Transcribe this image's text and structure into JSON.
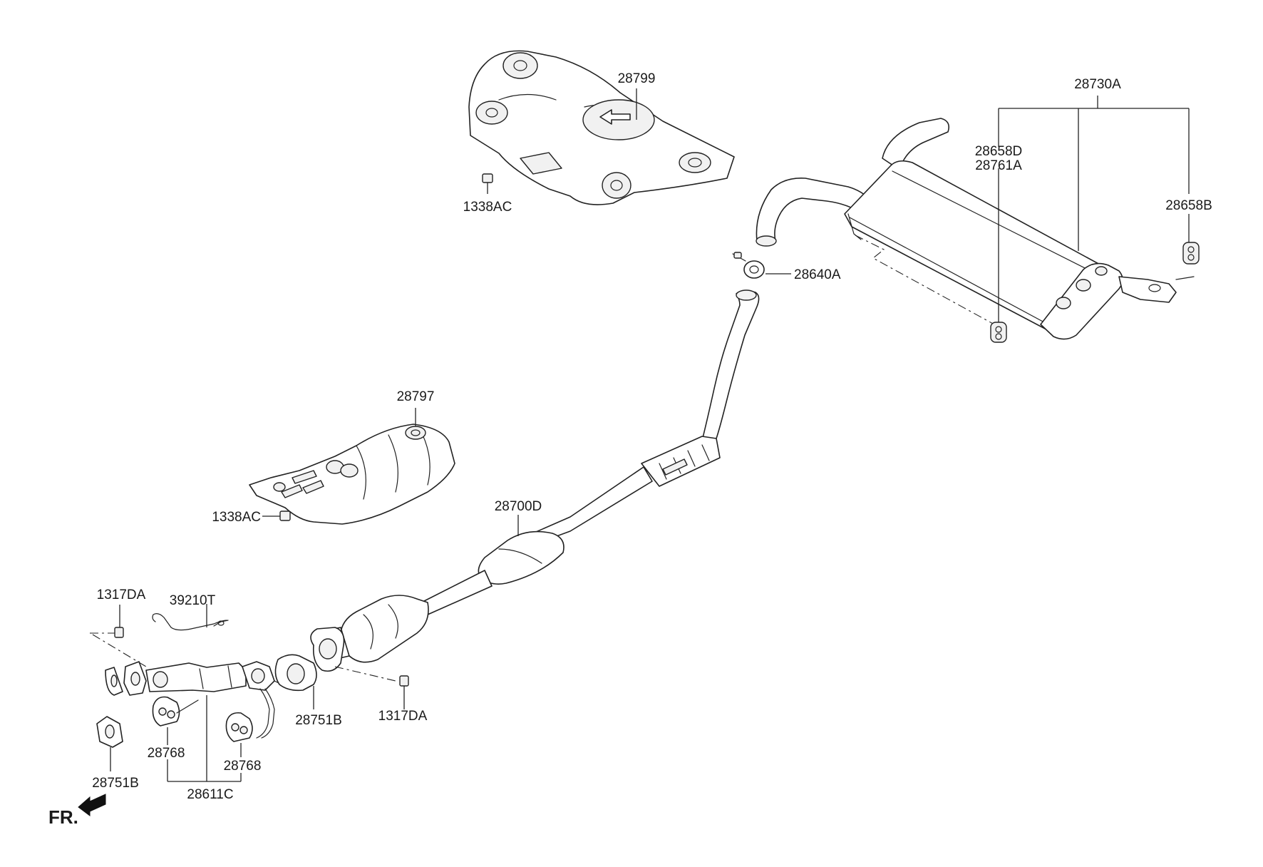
{
  "diagram": {
    "front_marker": "FR.",
    "labels": {
      "heat_protector_rear": "28799",
      "nut_top": "1338AC",
      "muffler_assembly": "28730A",
      "hanger_pair_upper": "28658D",
      "hanger_pair_lower": "28761A",
      "hanger_right": "28658B",
      "clamp": "28640A",
      "heat_protector_front": "28797",
      "nut_mid": "1338AC",
      "center_pipe": "28700D",
      "bolt_left": "1317DA",
      "bracket": "39210T",
      "gasket_mid": "28751B",
      "bolt_mid": "1317DA",
      "hanger_left": "28768",
      "hanger_mid": "28768",
      "gasket_left": "28751B",
      "front_pipe": "28611C"
    }
  }
}
